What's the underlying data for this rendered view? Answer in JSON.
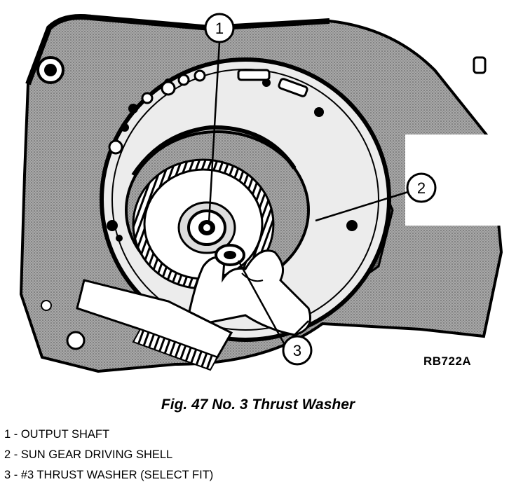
{
  "figure": {
    "ref_code": "RB722A",
    "callouts": [
      {
        "number": "1"
      },
      {
        "number": "2"
      },
      {
        "number": "3"
      }
    ]
  },
  "caption": "Fig. 47 No. 3 Thrust Washer",
  "legend": [
    "1 - OUTPUT SHAFT",
    "2 - SUN GEAR DRIVING SHELL",
    "3 - #3 THRUST WASHER (SELECT FIT)"
  ],
  "colors": {
    "ink": "#000000",
    "shade": "#8a8a8a",
    "paper": "#ffffff"
  }
}
